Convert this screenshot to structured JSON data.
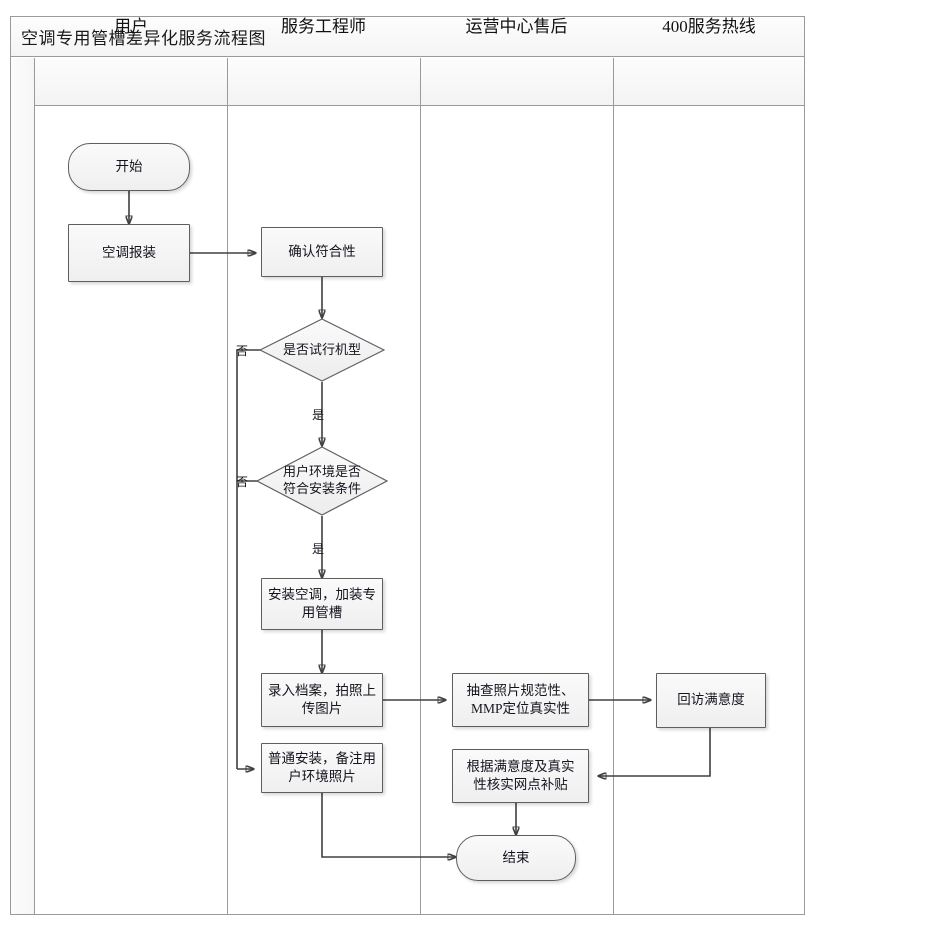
{
  "diagram": {
    "title": "空调专用管槽差异化服务流程图",
    "type": "cross-functional-flowchart",
    "lanes": [
      {
        "id": "user",
        "label": "用户"
      },
      {
        "id": "engineer",
        "label": "服务工程师"
      },
      {
        "id": "ops",
        "label": "运营中心售后"
      },
      {
        "id": "hotline",
        "label": "400服务热线"
      }
    ],
    "nodes": {
      "start": {
        "label": "开始",
        "shape": "terminator",
        "lane": "user"
      },
      "report": {
        "label": "空调报装",
        "shape": "process",
        "lane": "user"
      },
      "confirm": {
        "label": "确认符合性",
        "shape": "process",
        "lane": "engineer"
      },
      "decision1": {
        "label": "是否试行机型",
        "shape": "decision",
        "lane": "engineer"
      },
      "decision2": {
        "label": "用户环境是否符合安装条件",
        "shape": "decision",
        "lane": "engineer"
      },
      "install": {
        "label": "安装空调，加装专用管槽",
        "shape": "process",
        "lane": "engineer"
      },
      "archive": {
        "label": "录入档案，拍照上传图片",
        "shape": "process",
        "lane": "engineer"
      },
      "normal": {
        "label": "普通安装，备注用户环境照片",
        "shape": "process",
        "lane": "engineer"
      },
      "inspect": {
        "label": "抽查照片规范性、MMP定位真实性",
        "shape": "process",
        "lane": "ops"
      },
      "subsidy": {
        "label": "根据满意度及真实性核实网点补贴",
        "shape": "process",
        "lane": "ops"
      },
      "end": {
        "label": "结束",
        "shape": "terminator",
        "lane": "ops"
      },
      "followup": {
        "label": "回访满意度",
        "shape": "process",
        "lane": "hotline"
      }
    },
    "node_lines": {
      "decision2_l1": "用户环境是否",
      "decision2_l2": "符合安装条件",
      "install_l1": "安装空调，加装专",
      "install_l2": "用管槽",
      "archive_l1": "录入档案，拍照上",
      "archive_l2": "传图片",
      "normal_l1": "普通安装，备注用",
      "normal_l2": "户环境照片",
      "inspect_l1": "抽查照片规范性、",
      "inspect_l2": "MMP定位真实性",
      "subsidy_l1": "根据满意度及真实",
      "subsidy_l2": "性核实网点补贴"
    },
    "edge_labels": {
      "d1_no": "否",
      "d1_yes": "是",
      "d2_no": "否",
      "d2_yes": "是"
    },
    "edges": [
      {
        "from": "start",
        "to": "report",
        "label": ""
      },
      {
        "from": "report",
        "to": "confirm",
        "label": ""
      },
      {
        "from": "confirm",
        "to": "decision1",
        "label": ""
      },
      {
        "from": "decision1",
        "to": "decision2",
        "label": "是"
      },
      {
        "from": "decision1",
        "to": "normal",
        "label": "否"
      },
      {
        "from": "decision2",
        "to": "install",
        "label": "是"
      },
      {
        "from": "decision2",
        "to": "normal",
        "label": "否"
      },
      {
        "from": "install",
        "to": "archive",
        "label": ""
      },
      {
        "from": "archive",
        "to": "inspect",
        "label": ""
      },
      {
        "from": "inspect",
        "to": "followup",
        "label": ""
      },
      {
        "from": "followup",
        "to": "subsidy",
        "label": ""
      },
      {
        "from": "subsidy",
        "to": "end",
        "label": ""
      },
      {
        "from": "normal",
        "to": "end",
        "label": ""
      }
    ],
    "colors": {
      "shape_fill_top": "#fafafa",
      "shape_fill_bottom": "#efefef",
      "shape_border": "#5e5e5e",
      "connector": "#404040",
      "frame_border": "#9a9a9a",
      "header_fill": "#f3f3f3",
      "text": "#14141e",
      "page_background": "#ffffff"
    }
  }
}
